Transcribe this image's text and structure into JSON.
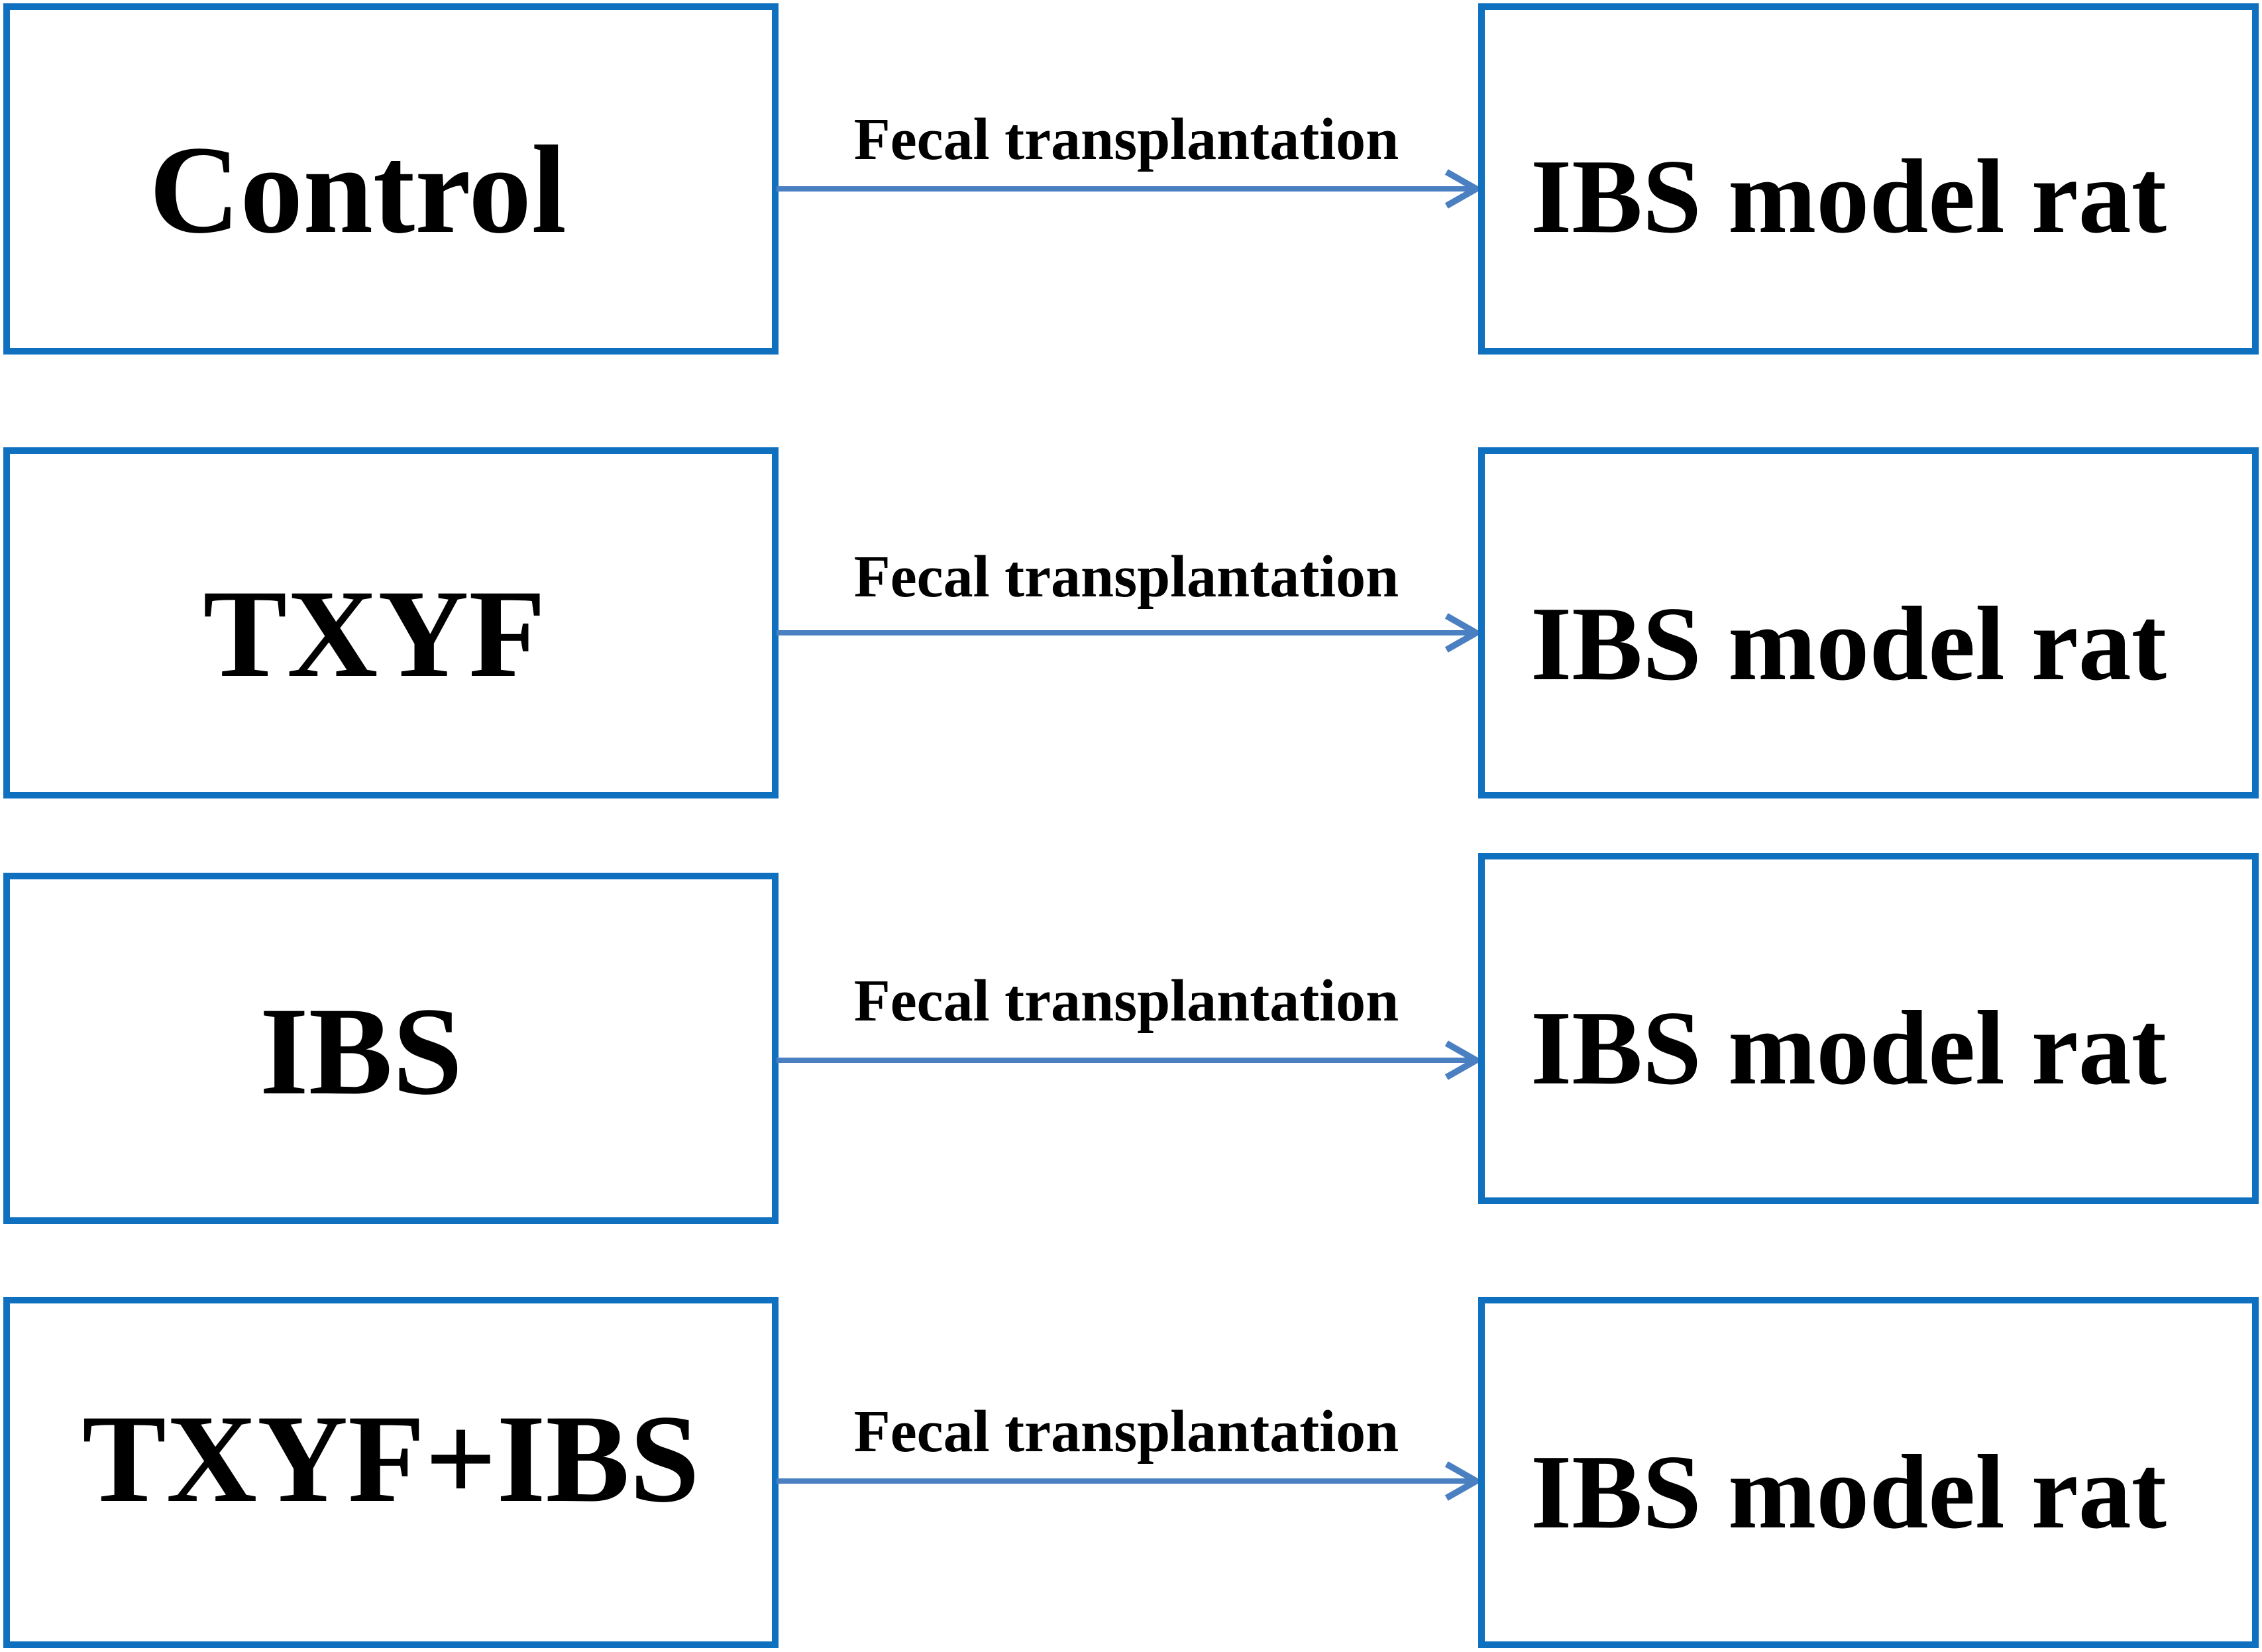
{
  "diagram": {
    "colors": {
      "box_border": "#1070c0",
      "arrow": "#4a7fc1",
      "text": "#000000",
      "background": "#ffffff"
    },
    "rows": [
      {
        "donor": "Control",
        "arrow_label": "Fecal transplantation",
        "recipient": "IBS model rat"
      },
      {
        "donor": "TXYF",
        "arrow_label": "Fecal transplantation",
        "recipient": "IBS model rat"
      },
      {
        "donor": "IBS",
        "arrow_label": "Fecal transplantation",
        "recipient": "IBS model rat"
      },
      {
        "donor": "TXYF+IBS",
        "arrow_label": "Fecal transplantation",
        "recipient": "IBS model rat"
      }
    ]
  }
}
